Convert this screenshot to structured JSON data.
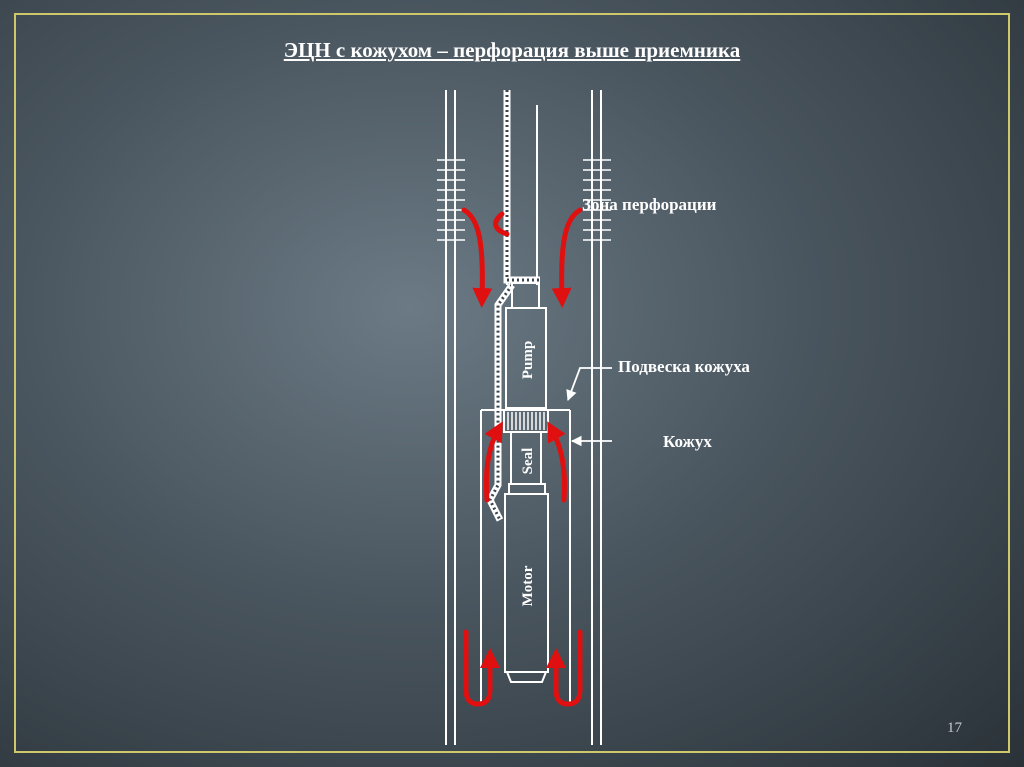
{
  "slide": {
    "title": "ЭЦН с кожухом – перфорация выше приемника",
    "page_number": "17"
  },
  "diagram": {
    "labels": {
      "perforation_zone": "Зона перфорации",
      "shroud_hanger": "Подвеска кожуха",
      "shroud": "Кожух"
    },
    "components": {
      "pump": "Pump",
      "seal": "Seal",
      "motor": "Motor"
    }
  },
  "colors": {
    "line": "#ffffff",
    "flow_arrow": "#e01010",
    "frame": "#cfc86a"
  }
}
